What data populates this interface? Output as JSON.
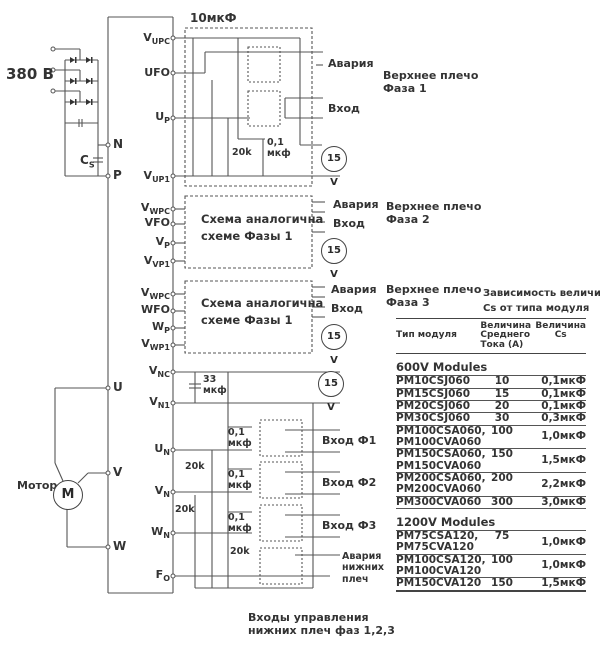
{
  "supply": {
    "voltage_label": "380 В",
    "cap_label": "C",
    "cap_sub": "S",
    "n_label": "N",
    "p_label": "P"
  },
  "top_cap_label": "10мкФ",
  "upper_phases": [
    {
      "title_line1": "Верхнее плечо",
      "title_line2": "Фаза 1",
      "pins": [
        {
          "main": "V",
          "sub": "UPC"
        },
        {
          "main": "UFO",
          "sub": ""
        },
        {
          "main": "U",
          "sub": "P"
        },
        {
          "main": "V",
          "sub": "UP1"
        }
      ],
      "fault_label": "Авария",
      "input_label": "Вход",
      "res_label": "20k",
      "cap_label_1": "0,1",
      "cap_label_2": "мкф",
      "supply_label": "15 V"
    },
    {
      "title_line1": "Верхнее плечо",
      "title_line2": "Фаза 2",
      "pins": [
        {
          "main": "V",
          "sub": "WPC"
        },
        {
          "main": "VFO",
          "sub": ""
        },
        {
          "main": "V",
          "sub": "P"
        },
        {
          "main": "V",
          "sub": "VP1"
        }
      ],
      "box_text_1": "Схема аналогична",
      "box_text_2": "схеме Фазы 1",
      "fault_label": "Авария",
      "input_label": "Вход",
      "supply_label": "15 V"
    },
    {
      "title_line1": "Верхнее плечо",
      "title_line2": "Фаза 3",
      "pins": [
        {
          "main": "V",
          "sub": "WPC"
        },
        {
          "main": "WFO",
          "sub": ""
        },
        {
          "main": "W",
          "sub": "P"
        },
        {
          "main": "V",
          "sub": "WP1"
        }
      ],
      "box_text_1": "Схема аналогична",
      "box_text_2": "схеме Фазы 1",
      "fault_label": "Авария",
      "input_label": "Вход",
      "supply_label": "15 V"
    }
  ],
  "outputs": {
    "u": "U",
    "v": "V",
    "w": "W"
  },
  "motor": {
    "label": "Мотор",
    "symbol": "M"
  },
  "lower": {
    "pins": [
      {
        "main": "V",
        "sub": "NC"
      },
      {
        "main": "V",
        "sub": "N1"
      },
      {
        "main": "U",
        "sub": "N"
      },
      {
        "main": "V",
        "sub": "N"
      },
      {
        "main": "W",
        "sub": "N"
      },
      {
        "main": "F",
        "sub": "O"
      }
    ],
    "cap33_1": "33",
    "cap33_2": "мкф",
    "supply_label": "15 V",
    "cap_small_1": "0,1",
    "cap_small_2": "мкф",
    "res_label": "20k",
    "inputs": [
      "Вход Ф1",
      "Вход Ф2",
      "Вход Ф3"
    ],
    "fault_1": "Авария",
    "fault_2": "нижних",
    "fault_3": "плеч",
    "caption_1": "Входы управления",
    "caption_2": "нижних плеч фаз 1,2,3"
  },
  "table": {
    "title_1": "Зависимость величины",
    "title_2": "Cs от типа модуля",
    "headers": {
      "type": "Тип модуля",
      "current": "Величина Среднего Тока (А)",
      "cs": "Величина Cs"
    },
    "sections": [
      {
        "name": "600V Modules",
        "rows": [
          {
            "type": "PM10CSJ060",
            "current": "10",
            "cs": "0,1мкФ"
          },
          {
            "type": "PM15CSJ060",
            "current": "15",
            "cs": "0,1мкФ"
          },
          {
            "type": "PM20CSJ060",
            "current": "20",
            "cs": "0,1мкФ"
          },
          {
            "type": "PM30CSJ060",
            "current": "30",
            "cs": "0,3мкФ"
          },
          {
            "type": "PM100CSA060, PM100CVA060",
            "current": "100",
            "cs": "1,0мкФ"
          },
          {
            "type": "PM150CSA060, PM150CVA060",
            "current": "150",
            "cs": "1,5мкФ"
          },
          {
            "type": "PM200CSA060, PM200CVA060",
            "current": "200",
            "cs": "2,2мкФ"
          },
          {
            "type": "PM300CVA060",
            "current": "300",
            "cs": "3,0мкФ"
          }
        ]
      },
      {
        "name": "1200V Modules",
        "rows": [
          {
            "type": "PM75CSA120, PM75CVA120",
            "current": "75",
            "cs": "1,0мкФ"
          },
          {
            "type": "PM100CSA120, PM100CVA120",
            "current": "100",
            "cs": "1,0мкФ"
          },
          {
            "type": "PM150CVA120",
            "current": "150",
            "cs": "1,5мкФ"
          }
        ]
      }
    ]
  }
}
